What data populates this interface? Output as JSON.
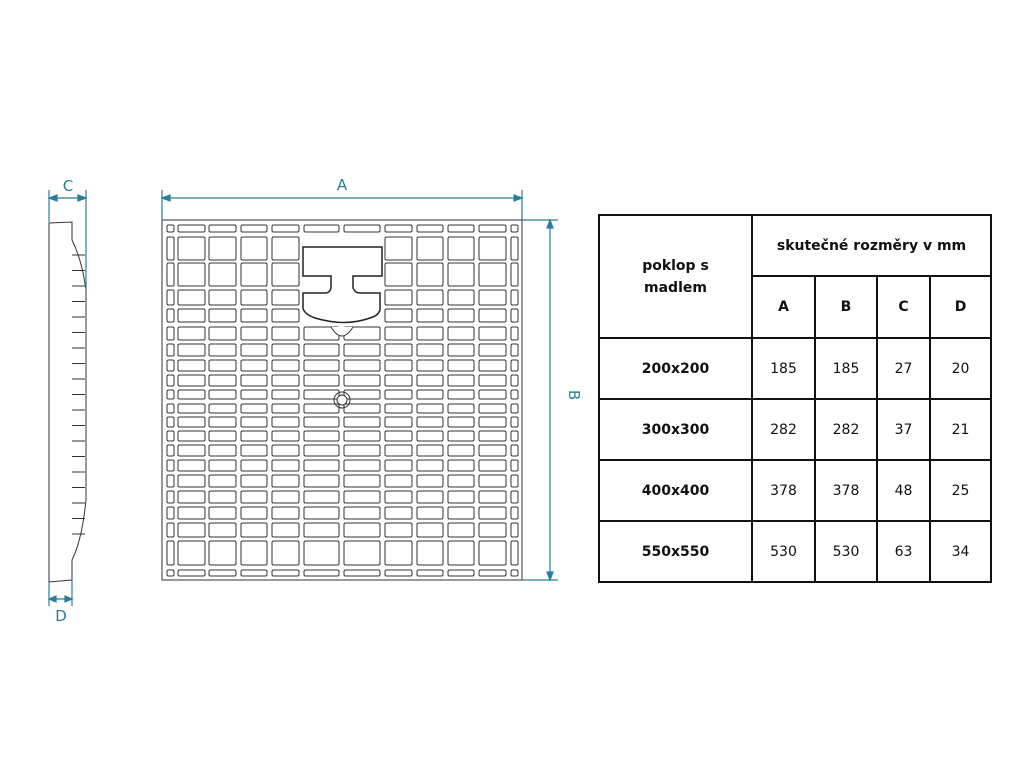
{
  "drawing": {
    "dimension_labels": {
      "a": "A",
      "b": "B",
      "c": "C",
      "d": "D"
    },
    "line_color": "#2a7d99"
  },
  "table": {
    "row_header": "poklop s madlem",
    "group_header": "skutečné rozměry v mm",
    "columns": [
      "A",
      "B",
      "C",
      "D"
    ],
    "rows": [
      {
        "size": "200x200",
        "values": [
          "185",
          "185",
          "27",
          "20"
        ]
      },
      {
        "size": "300x300",
        "values": [
          "282",
          "282",
          "37",
          "21"
        ]
      },
      {
        "size": "400x400",
        "values": [
          "378",
          "378",
          "48",
          "25"
        ]
      },
      {
        "size": "550x550",
        "values": [
          "530",
          "530",
          "63",
          "34"
        ]
      }
    ]
  }
}
